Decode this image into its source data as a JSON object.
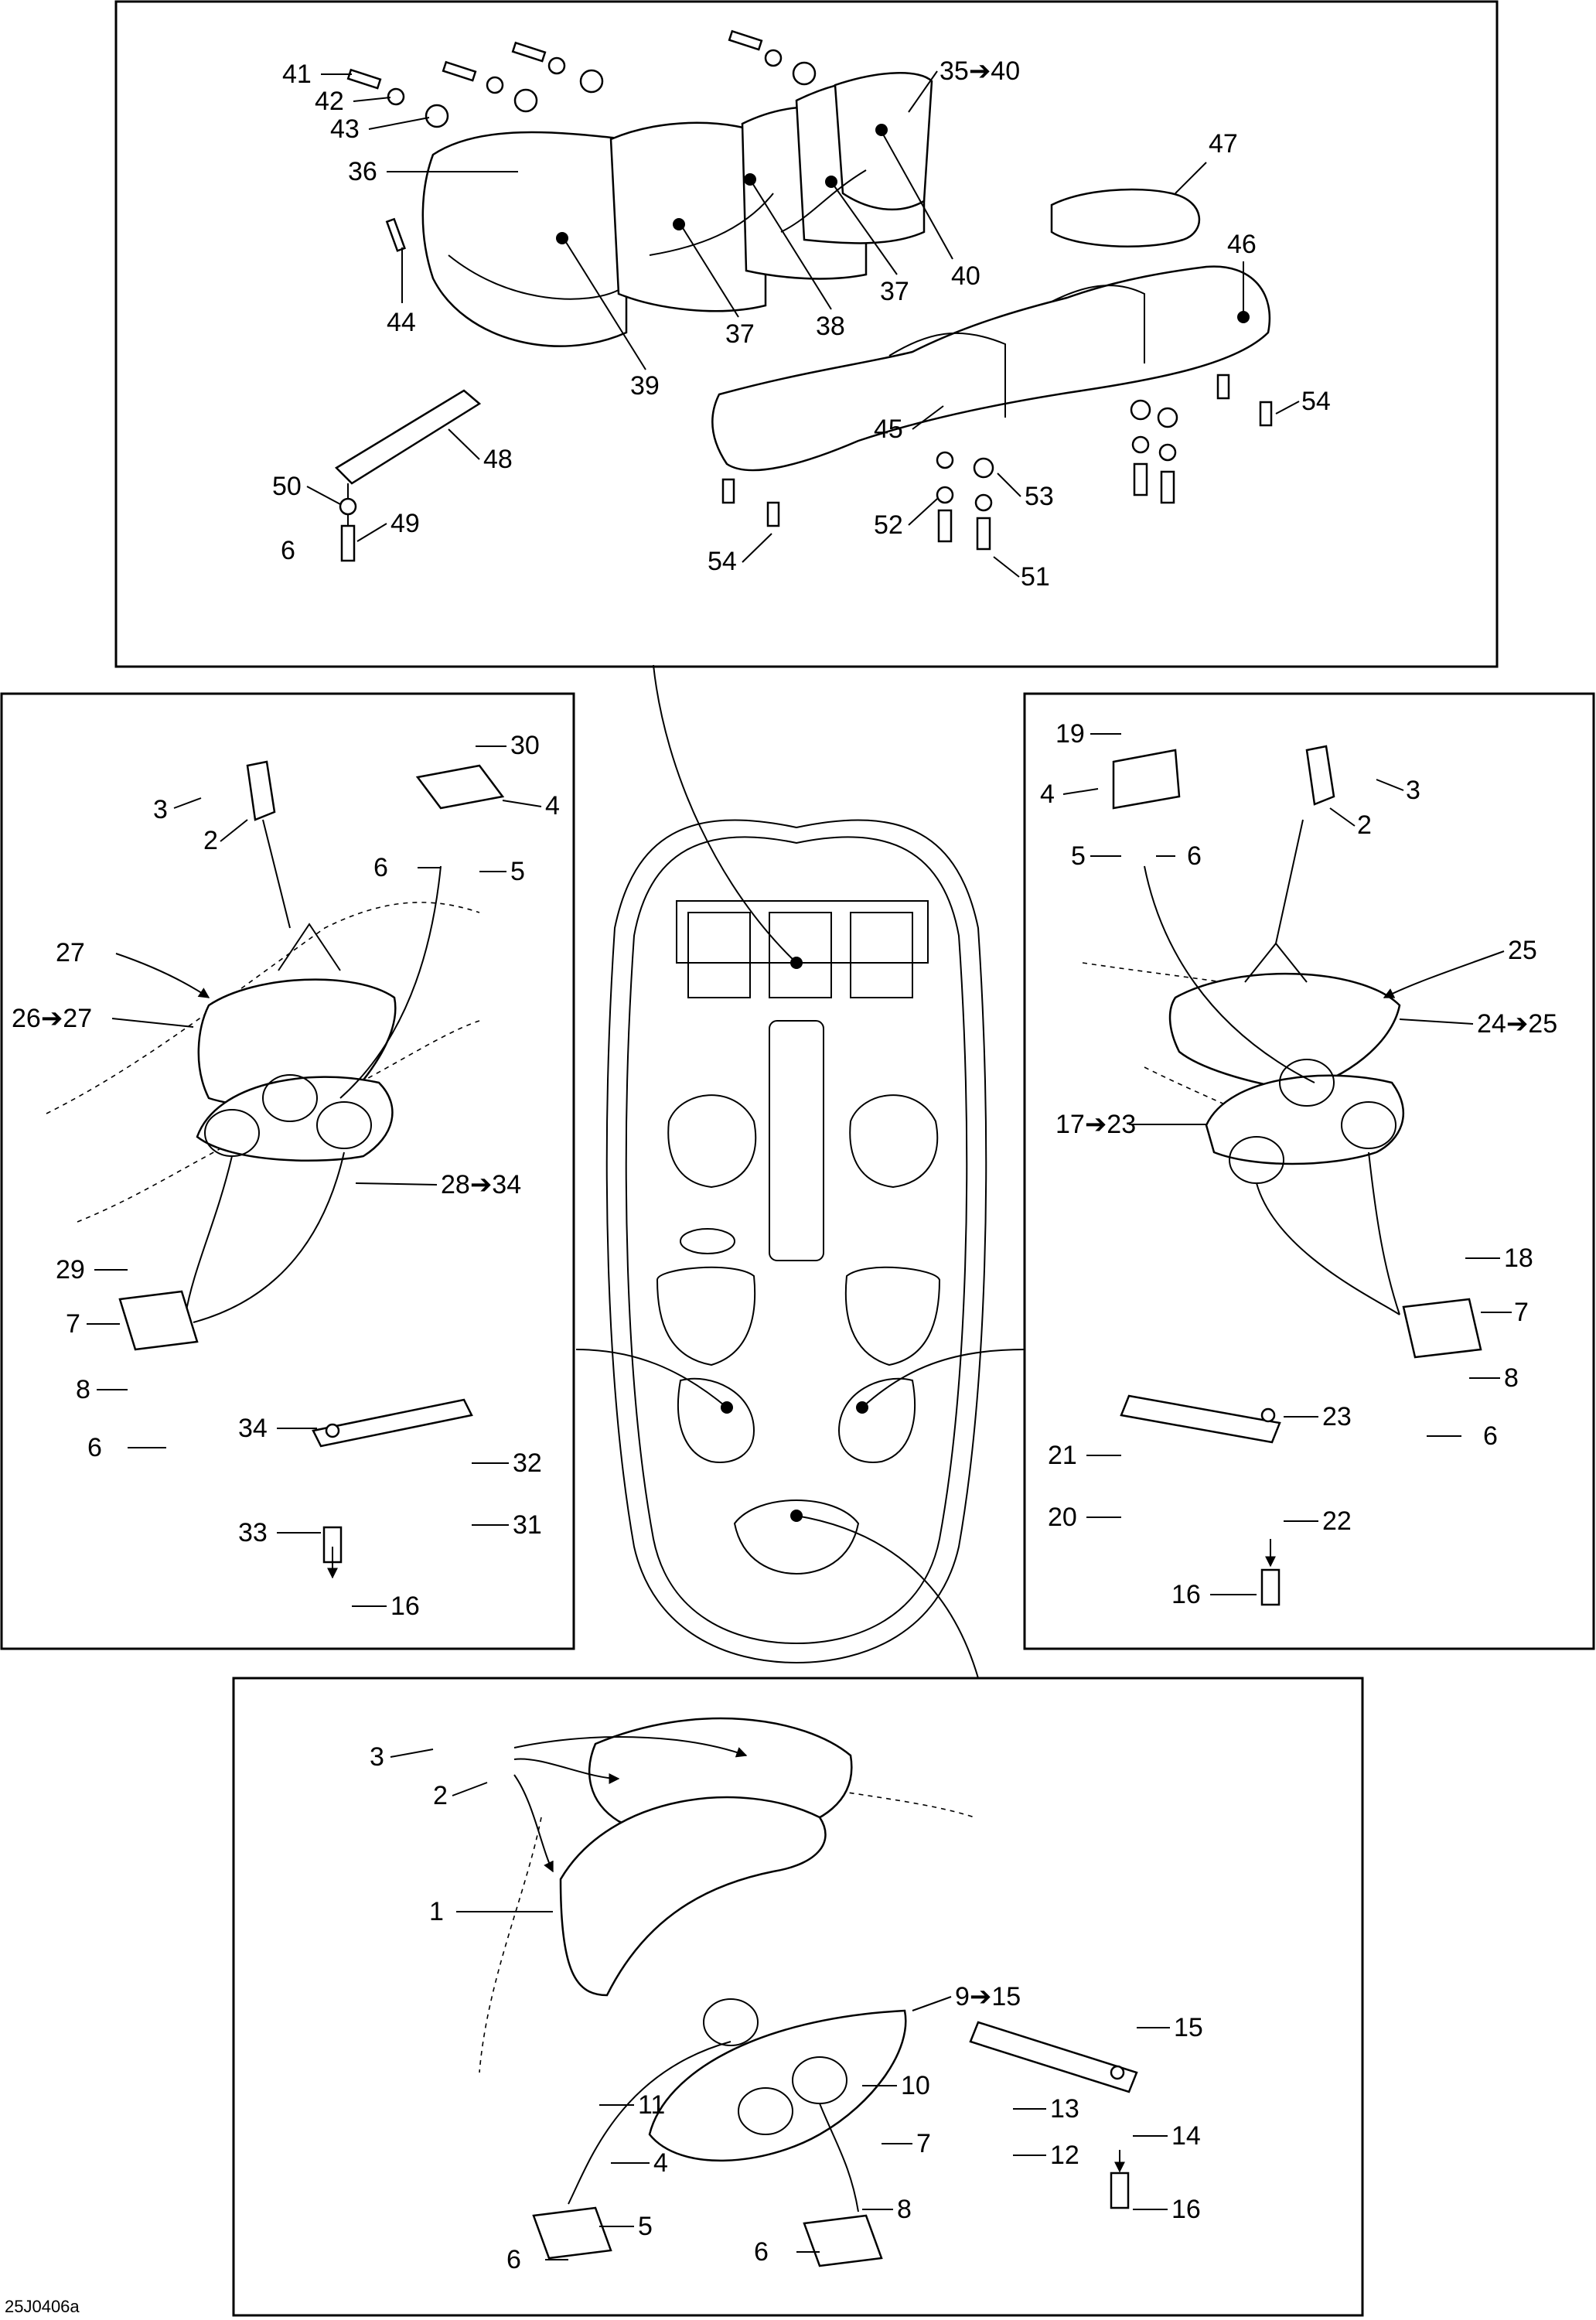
{
  "drawing_code": "25J0406a",
  "labels": {
    "top": [
      "41",
      "42",
      "43",
      "36",
      "35➔40",
      "40",
      "37",
      "38",
      "37",
      "39",
      "44",
      "47",
      "46",
      "45",
      "54",
      "54",
      "53",
      "52",
      "51",
      "48",
      "50",
      "49",
      "6"
    ],
    "left": [
      "30",
      "4",
      "3",
      "2",
      "6",
      "5",
      "27",
      "26➔27",
      "28➔34",
      "29",
      "7",
      "8",
      "6",
      "34",
      "32",
      "33",
      "31",
      "16"
    ],
    "right": [
      "19",
      "4",
      "3",
      "2",
      "5",
      "6",
      "25",
      "24➔25",
      "17➔23",
      "18",
      "7",
      "8",
      "6",
      "23",
      "21",
      "20",
      "22",
      "16"
    ],
    "bottom": [
      "3",
      "2",
      "1",
      "9➔15",
      "11",
      "4",
      "5",
      "6",
      "10",
      "7",
      "8",
      "6",
      "15",
      "13",
      "12",
      "14",
      "16"
    ]
  }
}
